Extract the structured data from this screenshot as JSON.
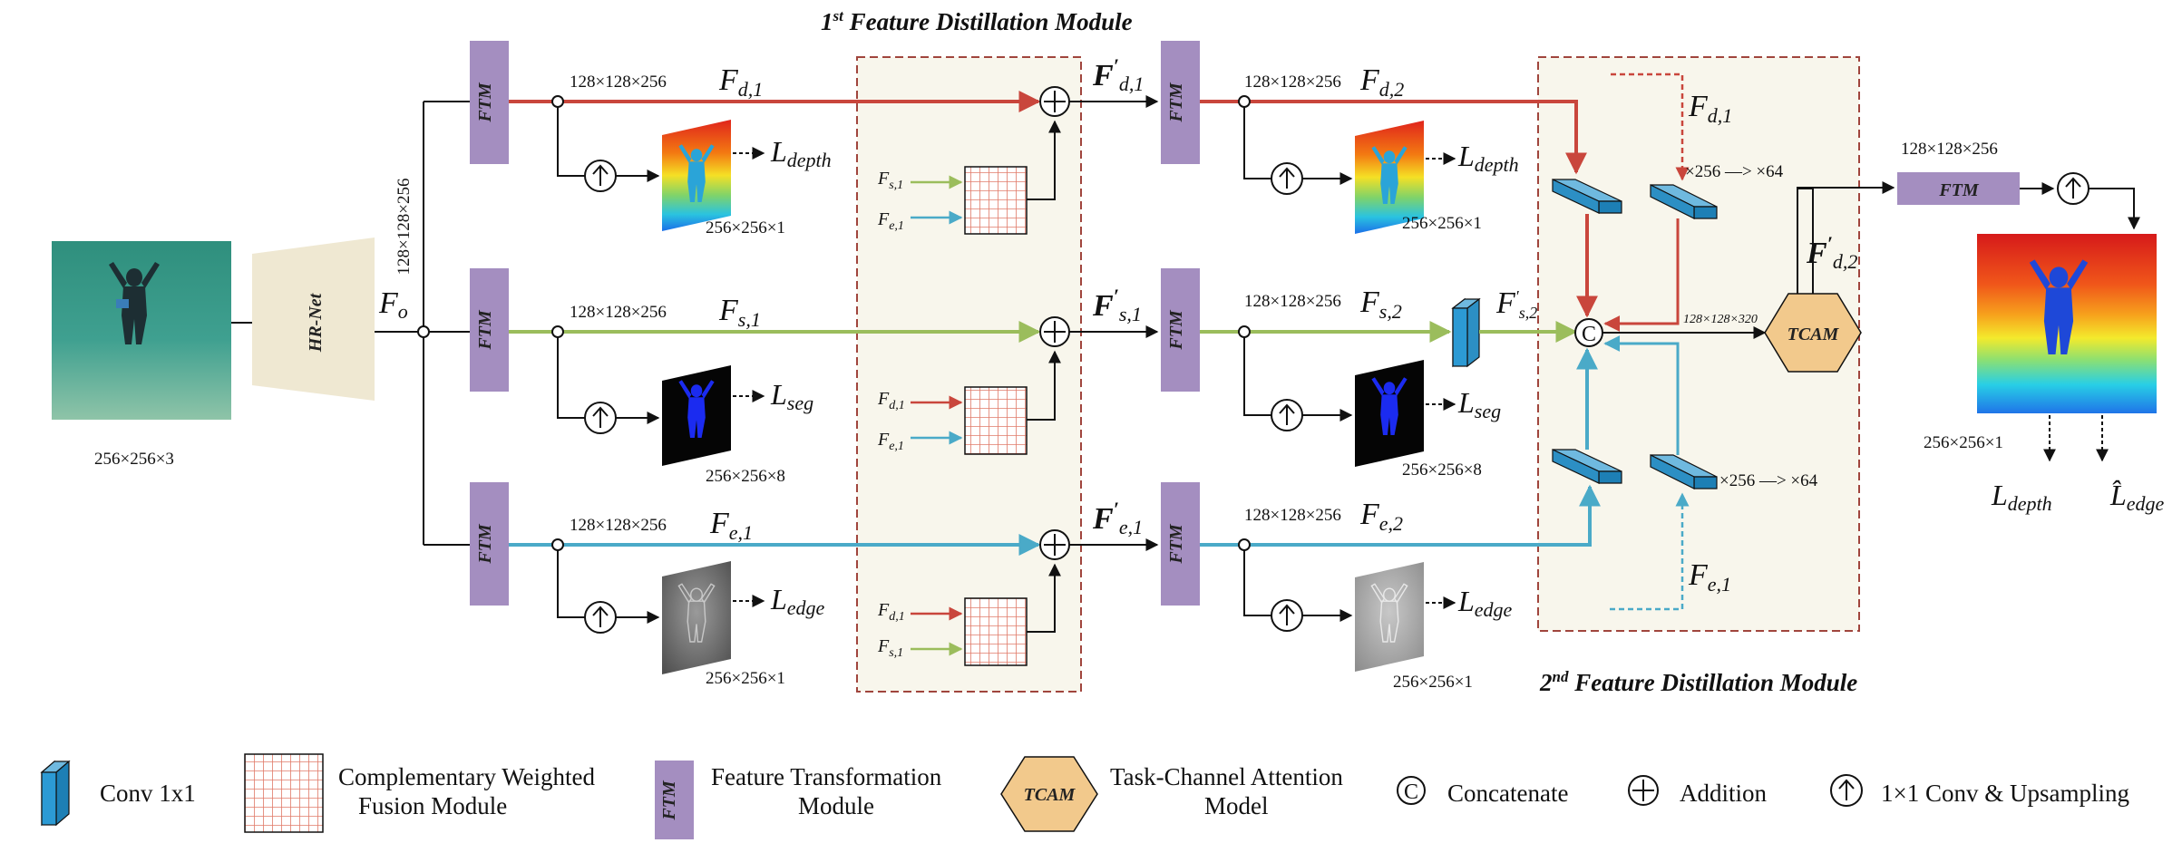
{
  "modules": {
    "first_title": "1st Feature Distillation Module",
    "second_title": "2nd Feature Distillation Module",
    "hrnet": "HR-Net",
    "ftm": "FTM",
    "tcam": "TCAM"
  },
  "dims": {
    "input": "256×256×3",
    "backbone_out": "128×128×256",
    "feat": "128×128×256",
    "depth_map": "256×256×1",
    "seg_map": "256×256×8",
    "edge_map": "256×256×1",
    "reduce": "×256 —> ×64",
    "concat": "128×128×320",
    "final": "256×256×1"
  },
  "features": {
    "fo": "Fo",
    "fd1": "Fd,1",
    "fs1": "Fs,1",
    "fe1": "Fe,1",
    "fd1p": "F'd,1",
    "fs1p": "F's,1",
    "fe1p": "F'e,1",
    "fd2": "Fd,2",
    "fs2": "Fs,2",
    "fe2": "Fe,2",
    "fs2p": "F's,2",
    "fd2p": "F'd,2"
  },
  "losses": {
    "depth": "Ldepth",
    "seg": "Lseg",
    "edge": "Ledge",
    "edge_hat": "L̂edge"
  },
  "legend": {
    "conv": "Conv 1x1",
    "cwfm_line1": "Complementary Weighted",
    "cwfm_line2": "Fusion  Module",
    "ftm_line1": "Feature Transformation",
    "ftm_line2": "Module",
    "tcam_line1": "Task-Channel Attention",
    "tcam_line2": "Model",
    "concat": "Concatenate",
    "add": "Addition",
    "upsample": "1×1 Conv & Upsampling"
  },
  "colors": {
    "depth": "#c9463c",
    "seg": "#9bbd5c",
    "edge": "#4aaac8",
    "ftm": "#a48ec0",
    "module_bg": "#f8f6ec",
    "module_border": "#a0453d",
    "tcam": "#f2c98c",
    "conv": "#1d7fb5"
  }
}
